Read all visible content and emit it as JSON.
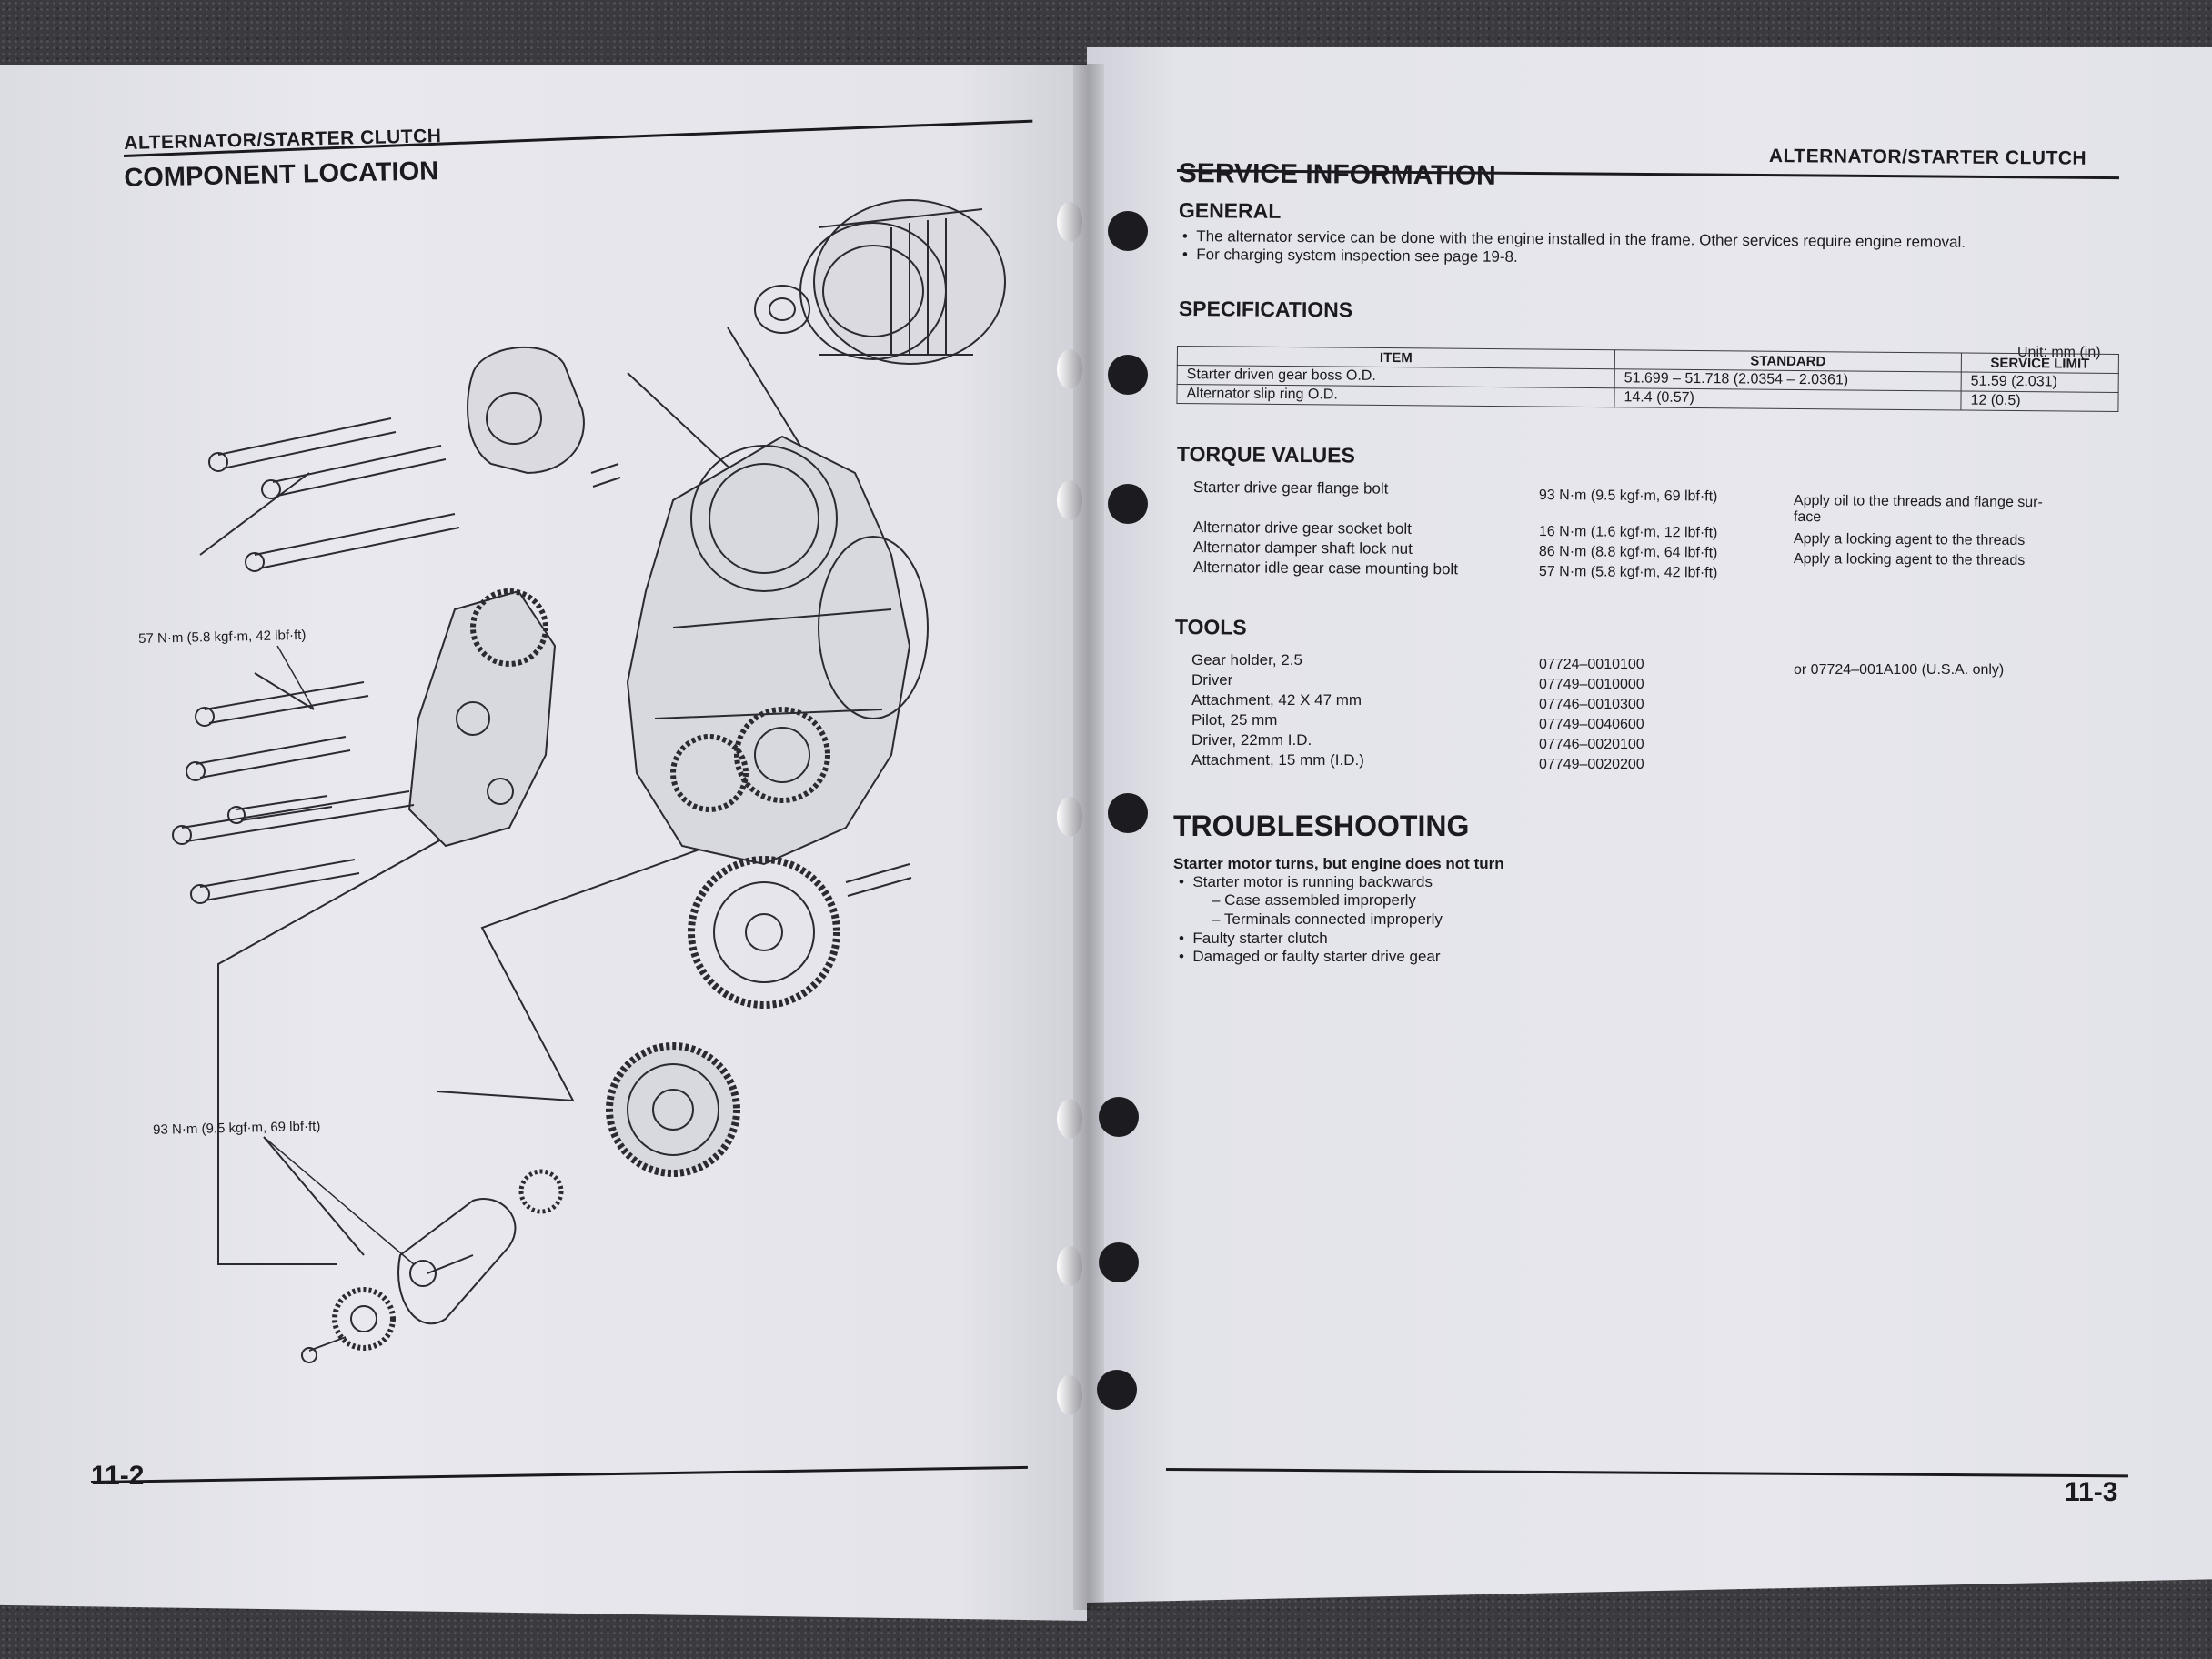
{
  "left_page": {
    "chapter_header": "ALTERNATOR/STARTER CLUTCH",
    "section_title": "COMPONENT LOCATION",
    "torque_callout_1": "57 N·m (5.8 kgf·m, 42 lbf·ft)",
    "torque_callout_2": "93 N·m (9.5 kgf·m, 69 lbf·ft)",
    "page_number": "11-2"
  },
  "right_page": {
    "chapter_header": "ALTERNATOR/STARTER CLUTCH",
    "section_title": "SERVICE INFORMATION",
    "general": {
      "heading": "GENERAL",
      "bullets": [
        "The alternator service can be done with the engine installed in the frame. Other services require engine removal.",
        "For charging system inspection see page 19-8."
      ]
    },
    "specifications": {
      "heading": "SPECIFICATIONS",
      "unit": "Unit: mm (in)",
      "columns": [
        "ITEM",
        "STANDARD",
        "SERVICE LIMIT"
      ],
      "rows": [
        [
          "Starter driven gear boss O.D.",
          "51.699 – 51.718 (2.0354 – 2.0361)",
          "51.59 (2.031)"
        ],
        [
          "Alternator slip ring O.D.",
          "14.4 (0.57)",
          "12 (0.5)"
        ]
      ]
    },
    "torque_values": {
      "heading": "TORQUE VALUES",
      "rows": [
        {
          "item": "Starter drive gear flange bolt",
          "value": "93 N·m (9.5 kgf·m, 69 lbf·ft)",
          "note": "Apply oil to the threads and flange sur-",
          "note2": "face"
        },
        {
          "item": "Alternator drive gear socket bolt",
          "value": "16 N·m (1.6 kgf·m, 12 lbf·ft)",
          "note": "Apply a locking agent to the threads"
        },
        {
          "item": "Alternator damper shaft lock nut",
          "value": "86 N·m (8.8 kgf·m, 64 lbf·ft)",
          "note": "Apply a locking agent to the threads"
        },
        {
          "item": "Alternator idle gear case mounting bolt",
          "value": "57 N·m (5.8 kgf·m, 42 lbf·ft)",
          "note": ""
        }
      ]
    },
    "tools": {
      "heading": "TOOLS",
      "rows": [
        {
          "name": "Gear holder, 2.5",
          "number": "07724–0010100",
          "note": "or 07724–001A100 (U.S.A. only)"
        },
        {
          "name": "Driver",
          "number": "07749–0010000"
        },
        {
          "name": "Attachment, 42 X 47 mm",
          "number": "07746–0010300"
        },
        {
          "name": "Pilot, 25 mm",
          "number": "07749–0040600"
        },
        {
          "name": "Driver, 22mm I.D.",
          "number": "07746–0020100"
        },
        {
          "name": "Attachment, 15 mm (I.D.)",
          "number": "07749–0020200"
        }
      ]
    },
    "troubleshooting": {
      "heading": "TROUBLESHOOTING",
      "symptom": "Starter motor turns, but engine does not turn",
      "lines": [
        "Starter motor is running backwards",
        "– Case assembled improperly",
        "– Terminals connected improperly",
        "Faulty starter clutch",
        "Damaged or faulty starter drive gear"
      ]
    },
    "page_number": "11-3"
  }
}
